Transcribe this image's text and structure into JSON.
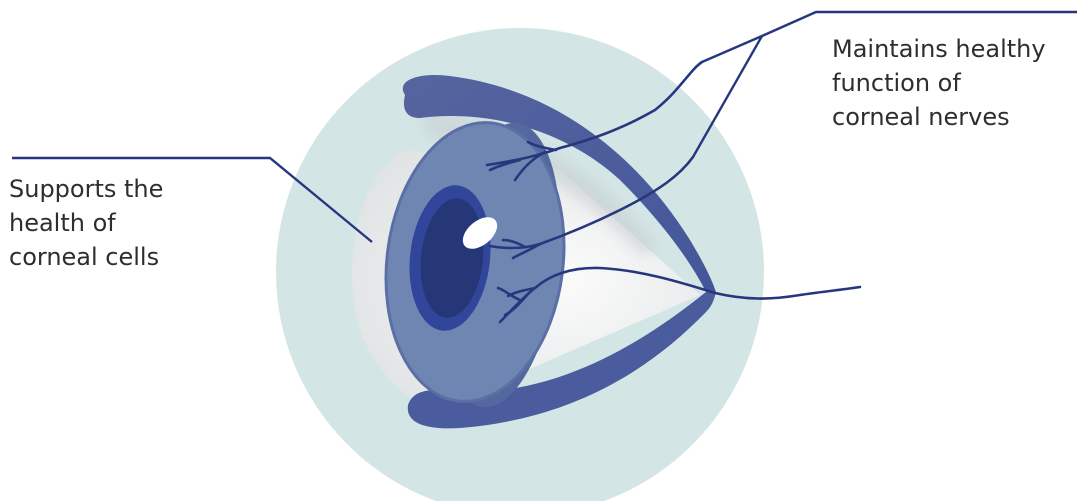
{
  "annotations": {
    "left": {
      "lines": [
        "Supports the",
        "health of",
        "corneal cells"
      ]
    },
    "right": {
      "lines": [
        "Maintains healthy",
        "function of",
        "corneal nerves"
      ]
    }
  },
  "colors": {
    "background_circle": "#d3e6e5",
    "sclera_white": "#f4f5f5",
    "sclera_shadow": "#d9dcdd",
    "eyelid": "#4c5c9f",
    "cornea_front": "#6f86b2",
    "cornea_rim": "#54679f",
    "iris": "#31469a",
    "pupil": "#263778",
    "highlight": "#ffffff",
    "nerves": "#27377d",
    "leader_lines": "#27377d"
  }
}
